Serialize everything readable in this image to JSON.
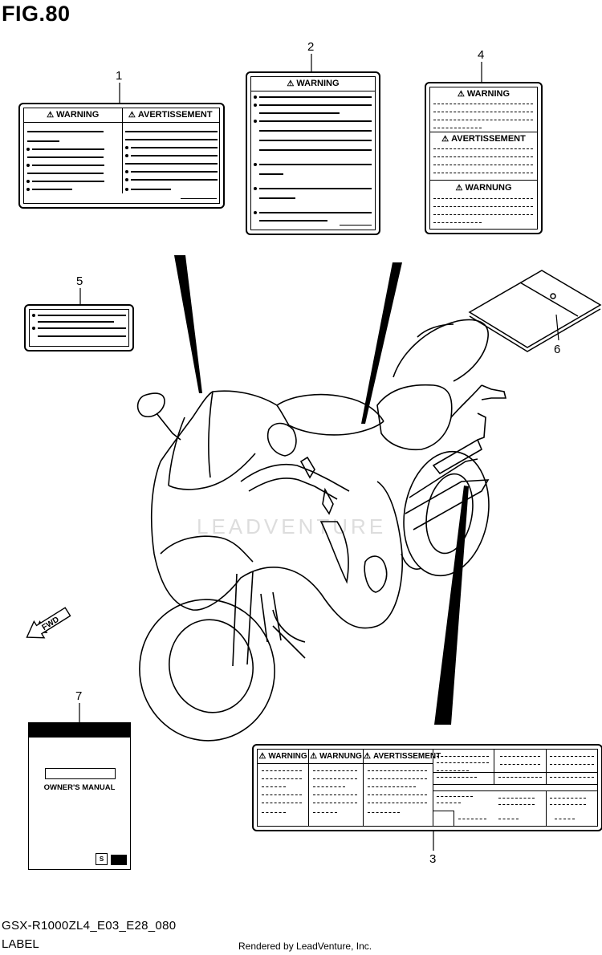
{
  "figure": {
    "title": "FIG.80",
    "code": "GSX-R1000ZL4_E03_E28_080",
    "label": "LABEL",
    "rendered_by": "Rendered by LeadVenture, Inc.",
    "watermark": "LEADVENTURE"
  },
  "callouts": [
    "1",
    "2",
    "3",
    "4",
    "5",
    "6",
    "7"
  ],
  "labels": {
    "warning": "WARNING",
    "avertissement": "AVERTISSEMENT",
    "warnung": "WARNUNG",
    "owners_manual": "OWNER'S MANUAL",
    "fwd": "FWD"
  },
  "icons": {
    "warning_triangle": "warning-triangle-icon",
    "fwd_arrow": "fwd-arrow-icon",
    "suzuki_logo": "suzuki-logo-icon",
    "triangle_glyph": "⚠"
  }
}
